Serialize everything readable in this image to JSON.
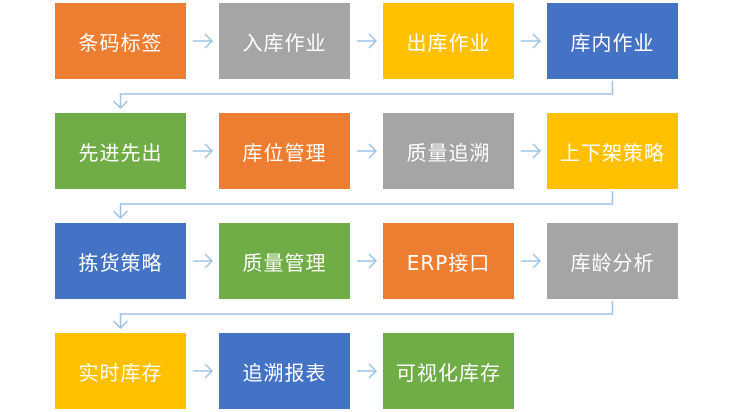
{
  "colors": {
    "orange": "#ED7D31",
    "gray": "#A5A5A5",
    "yellow": "#FFC000",
    "blue": "#4472C4",
    "green": "#70AD47",
    "arrow": "#9DC3E6"
  },
  "rows": [
    [
      {
        "label": "条码标签",
        "color": "orange"
      },
      {
        "label": "入库作业",
        "color": "gray"
      },
      {
        "label": "出库作业",
        "color": "yellow"
      },
      {
        "label": "库内作业",
        "color": "blue"
      }
    ],
    [
      {
        "label": "先进先出",
        "color": "green"
      },
      {
        "label": "库位管理",
        "color": "orange"
      },
      {
        "label": "质量追溯",
        "color": "gray"
      },
      {
        "label": "上下架策略",
        "color": "yellow"
      }
    ],
    [
      {
        "label": "拣货策略",
        "color": "blue"
      },
      {
        "label": "质量管理",
        "color": "green"
      },
      {
        "label": "ERP接口",
        "color": "orange"
      },
      {
        "label": "库龄分析",
        "color": "gray"
      }
    ],
    [
      {
        "label": "实时库存",
        "color": "yellow"
      },
      {
        "label": "追溯报表",
        "color": "blue"
      },
      {
        "label": "可视化库存",
        "color": "green"
      }
    ]
  ]
}
